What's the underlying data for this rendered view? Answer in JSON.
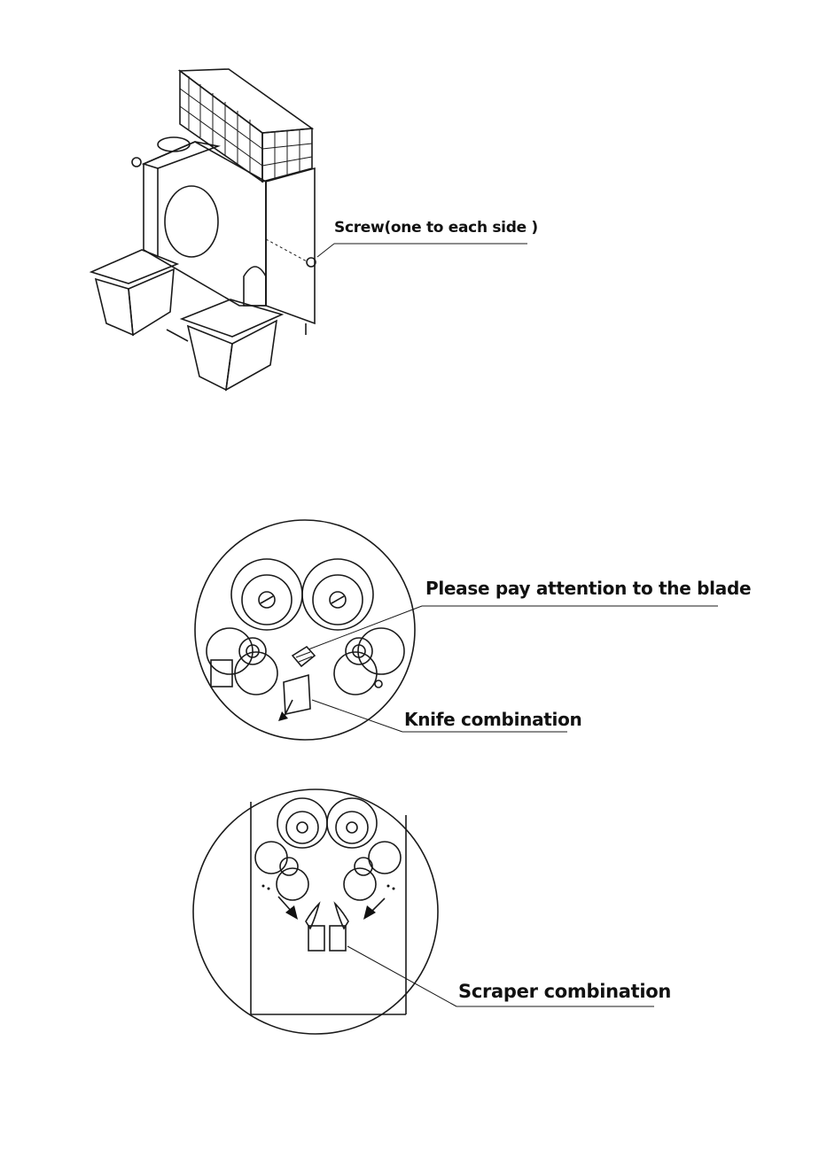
{
  "figure": {
    "callouts": {
      "screw": "Screw(one to each side )",
      "blade": "Please pay attention to the blade",
      "knife": "Knife combination",
      "scraper": "Scraper combination"
    }
  }
}
